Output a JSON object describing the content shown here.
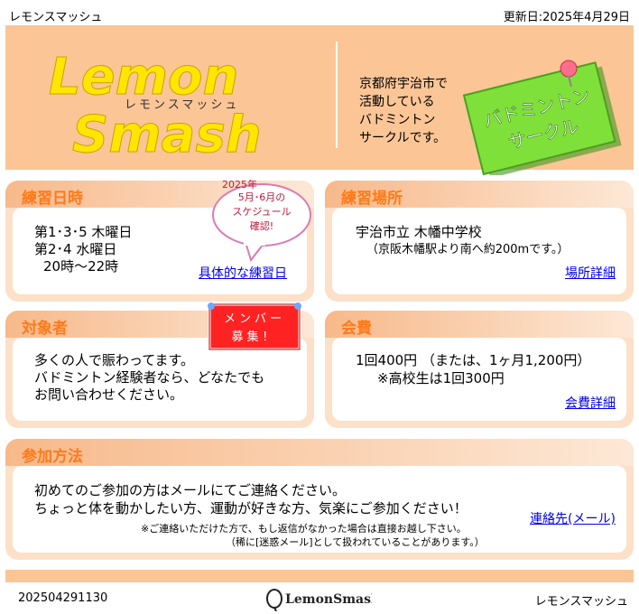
{
  "top": {
    "site_name": "レモンスマッシュ",
    "updated": "更新日:2025年4月29日"
  },
  "header": {
    "logo_line1": "Lemon",
    "logo_line2": "Smash",
    "logo_kana": "レモンスマッシュ",
    "intro_lines": [
      "京都府宇治市で",
      "活動している",
      "バドミントン",
      "サークルです。"
    ],
    "note_line1": "バドミントン",
    "note_line2": "サークル"
  },
  "practice_date": {
    "title": "練習日時",
    "lines": [
      "第1･3･5 木曜日",
      "第2･4 水曜日",
      "20時～22時"
    ],
    "link": "具体的な練習日",
    "bubble_year": "2025年",
    "bubble_line1": "5月･6月の",
    "bubble_line2": "スケジュール",
    "bubble_line3": "確認!"
  },
  "practice_place": {
    "title": "練習場所",
    "line1": "宇治市立 木幡中学校",
    "line2": "（京阪木幡駅より南へ約200mです。）",
    "link": "場所詳細"
  },
  "target": {
    "title": "対象者",
    "lines": [
      "多くの人で賑わってます。",
      "バドミントン経験者なら、どなたでも",
      "お問い合わせください。"
    ],
    "badge_line1": "メンバー",
    "badge_line2": "募集！"
  },
  "fee": {
    "title": "会費",
    "line1": "1回400円 （または、1ヶ月1,200円）",
    "line2": "※高校生は1回300円",
    "link": "会費詳細"
  },
  "join": {
    "title": "参加方法",
    "line1": "初めてのご参加の方はメールにてご連絡ください。",
    "line2": "ちょっと体を動かしたい方、運動が好きな方、気楽にご参加ください！",
    "note1": "※ご連絡いただけた方で、もし返信がなかった場合は直接お越し下さい。",
    "note2": "（稀に[迷惑メール]として扱われていることがあります。）",
    "link": "連絡先(メール)"
  },
  "footer": {
    "counter": "202504291130",
    "logo": "LemonSmash",
    "site_name": "レモンスマッシュ"
  },
  "colors": {
    "accent": "#ff7a1a",
    "header_bg": "#fbc596",
    "card_bg": "#fde0c8",
    "logo_yellow": "#ffe600",
    "logo_magenta": "#e6007e",
    "note_green": "#7fe03a"
  }
}
